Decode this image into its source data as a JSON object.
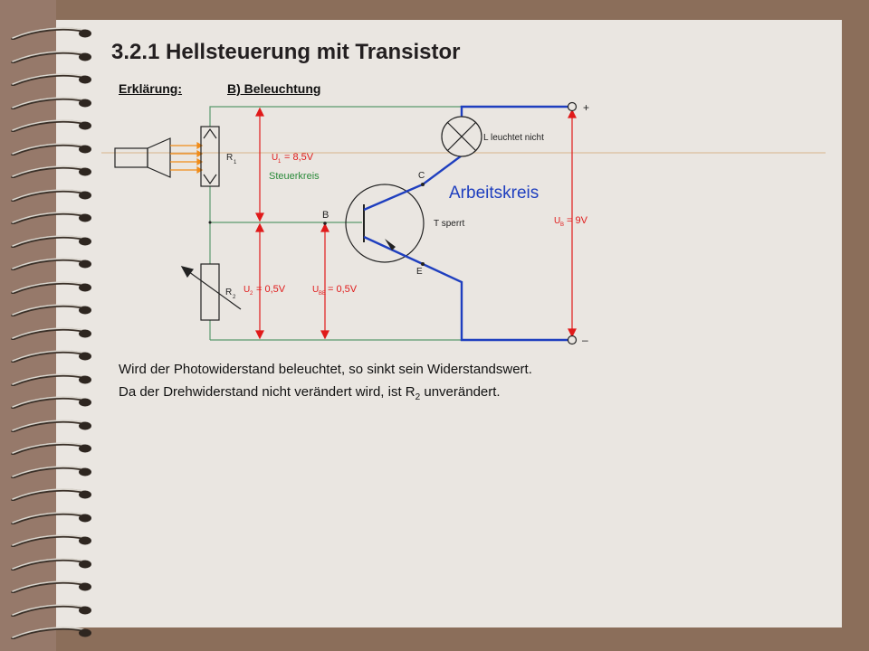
{
  "slide": {
    "title": "3.2.1 Hellsteuerung mit Transistor",
    "subtitle_left": "Erklärung:",
    "subtitle_right": "B) Beleuchtung"
  },
  "diagram": {
    "r1_label": "R",
    "r1_sub": "1",
    "u1_label": "U",
    "u1_sub": "1",
    "u1_value": "= 8,5V",
    "steuerkreis": "Steuerkreis",
    "r2_label": "R",
    "r2_sub": "2",
    "u2_label": "U",
    "u2_sub": "2",
    "u2_value": "= 0,5V",
    "ube_label": "U",
    "ube_sub": "BE",
    "ube_value": "= 0,5V",
    "b_label": "B",
    "c_label": "C",
    "e_label": "E",
    "transistor_state": "T sperrt",
    "lamp_state": "L leuchtet nicht",
    "arbeitskreis": "Arbeitskreis",
    "ub_label": "U",
    "ub_sub": "B",
    "ub_value": "= 9V",
    "plus": "+",
    "minus": "–"
  },
  "text": {
    "line1": "Wird der Photowiderstand beleuchtet, so sinkt sein Widerstandswert.",
    "line2_pre": "Da der Drehwiderstand nicht verändert wird, ist R",
    "line2_sub": "2",
    "line2_post": " unverändert."
  },
  "colors": {
    "page": "#eae6e1",
    "background": "#8b6e5a",
    "green_wire": "#5a9a6e",
    "blue_wire": "#1f3fbf",
    "red_arrow": "#e01a1a",
    "orange_light": "#f08c1a"
  }
}
